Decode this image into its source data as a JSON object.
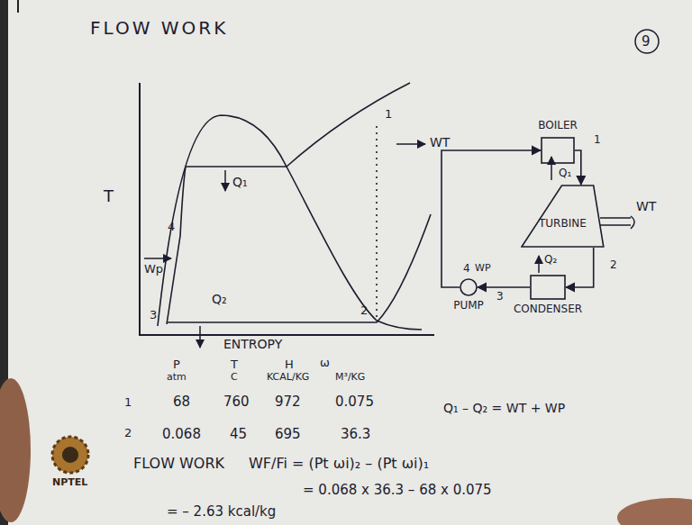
{
  "diagram": {
    "title": "FLOW WORK",
    "nodes": [
      {
        "text": [
          "BOILER"
        ]
      },
      {
        "text": [
          "TURBINE"
        ]
      },
      {
        "text": [
          "CONDENSER"
        ]
      },
      {
        "text": [
          "PUMP"
        ]
      }
    ],
    "edges": [
      {
        "from": 0,
        "to": 1,
        "arrow": "to",
        "label": "1"
      },
      {
        "from": 1,
        "to": 2,
        "arrow": "to",
        "label": "2"
      },
      {
        "from": 2,
        "to": 3,
        "arrow": "to",
        "label": "3"
      },
      {
        "from": 3,
        "to": 0,
        "arrow": "to",
        "label": "4"
      }
    ],
    "labels": [
      "9",
      "T",
      "ENTROPY",
      "1",
      "2",
      "3",
      "4",
      "Q₁",
      "Q₂",
      "Wp",
      "WT",
      "Q₁",
      "WT",
      "Q₂",
      "WP",
      "P",
      "atm",
      "T",
      "C",
      "H",
      "KCAL/KG",
      "ω",
      "M³/KG",
      "1",
      "68",
      "760",
      "972",
      "0.075",
      "2",
      "0.068",
      "45",
      "695",
      "36.3",
      "Q₁ – Q₂ = WT + WP",
      "FLOW WORK",
      "WF/Fi = (Pt ωi)₂ – (Pt ωi)₁",
      "= 0.068 x 36.3 – 68 x 0.075",
      "= – 2.63 kcal/kg",
      "NPTEL"
    ]
  }
}
